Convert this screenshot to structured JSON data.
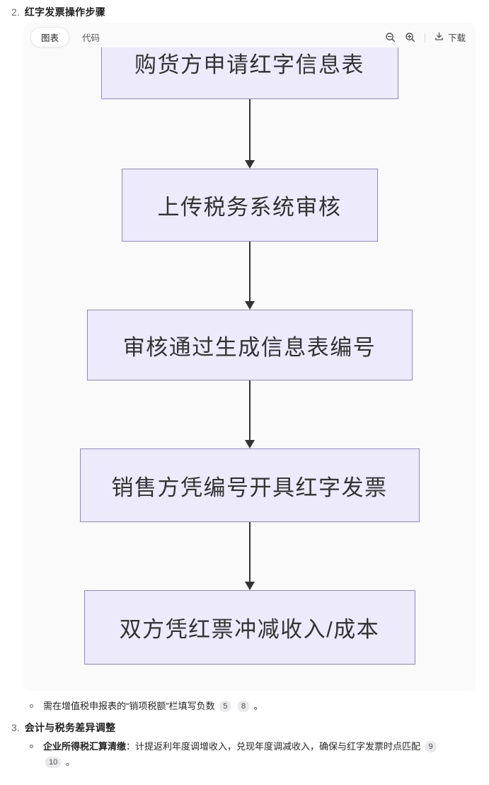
{
  "sections": {
    "item2": {
      "marker": "2.",
      "title": "红字发票操作步骤"
    },
    "item3": {
      "marker": "3.",
      "title": "会计与税务差异调整"
    }
  },
  "viewer": {
    "tabs": {
      "chart": "图表",
      "code": "代码"
    },
    "toolbar": {
      "zoom_out_icon": "magnifier-minus",
      "zoom_in_icon": "magnifier-plus",
      "download_icon": "arrow-down-tray",
      "download_label": "下载"
    },
    "colors": {
      "node_fill": "#ECEAFB",
      "node_border": "#9188C2",
      "arrow": "#333333",
      "panel_bg": "#FAFAFA"
    }
  },
  "chart_data": {
    "type": "flowchart",
    "direction": "top-down",
    "nodes": [
      "购货方申请红字信息表",
      "上传税务系统审核",
      "审核通过生成信息表编号",
      "销售方凭编号开具红字发票",
      "双方凭红票冲减收入/成本"
    ],
    "edges": [
      [
        0,
        1
      ],
      [
        1,
        2
      ],
      [
        2,
        3
      ],
      [
        3,
        4
      ]
    ]
  },
  "notes": {
    "note1": {
      "text": "需在增值税申报表的“销项税额”栏填写负数",
      "citation_a": "5",
      "citation_b": "8",
      "suffix": "。"
    },
    "note2": {
      "bold": "企业所得税汇算清缴",
      "text": "：计提返利年度调增收入，兑现年度调减收入，确保与红字发票时点匹配",
      "citation_a": "9",
      "citation_b": "10",
      "suffix": "。"
    }
  }
}
